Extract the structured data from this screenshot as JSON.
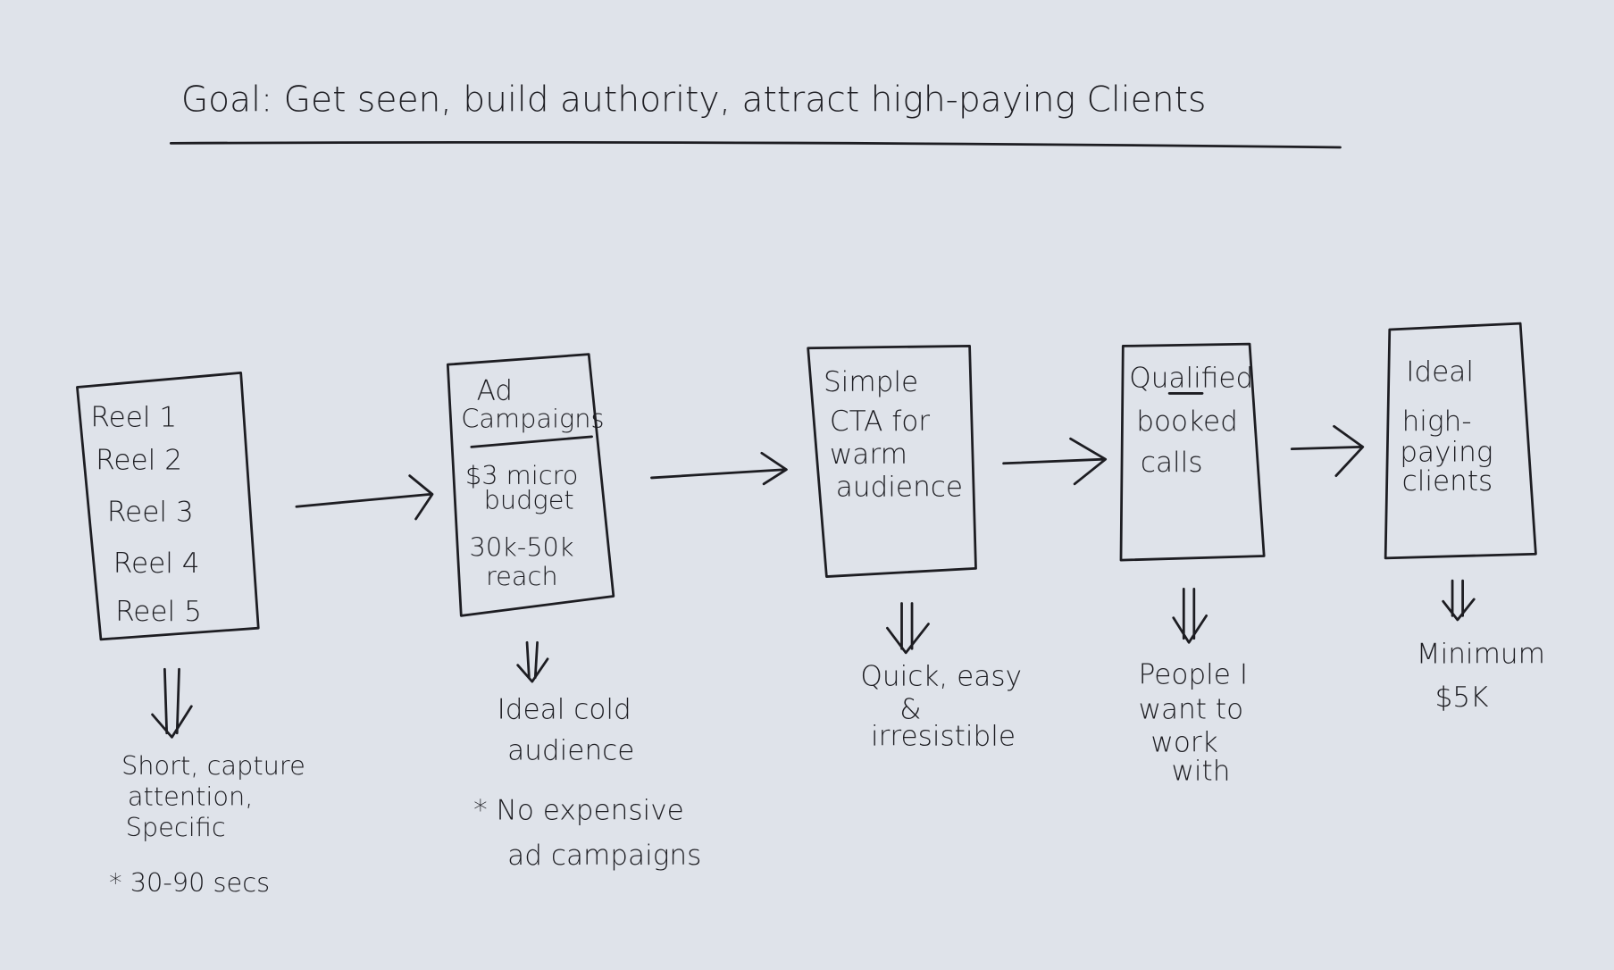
{
  "title": "Goal: Get seen, build authority, attract high-paying Clients",
  "stages": [
    {
      "lines": [
        "Reel 1",
        "Reel 2",
        "Reel 3",
        "Reel 4",
        "Reel 5"
      ],
      "notes": [
        "Short, capture",
        "attention,",
        "Specific"
      ],
      "extra": "* 30-90 secs"
    },
    {
      "lines": [
        "Ad",
        "Campaigns",
        "$3 micro",
        "budget",
        "30k-50k",
        "reach"
      ],
      "notes": [
        "Ideal cold",
        "audience"
      ],
      "extra_lines": [
        "* No expensive",
        "ad campaigns"
      ]
    },
    {
      "lines": [
        "Simple",
        "CTA for",
        "warm",
        "audience"
      ],
      "notes": [
        "Quick, easy",
        "&",
        "irresistible"
      ]
    },
    {
      "lines": [
        "Qualified",
        "booked",
        "calls"
      ],
      "notes": [
        "People I",
        "want to",
        "work",
        "with"
      ]
    },
    {
      "lines": [
        "Ideal",
        "high-",
        "paying",
        "clients"
      ],
      "notes": [
        "Minimum",
        "$5K"
      ]
    }
  ],
  "colors": {
    "paper": "#dfe3ea",
    "ink": "#1d1d22"
  }
}
